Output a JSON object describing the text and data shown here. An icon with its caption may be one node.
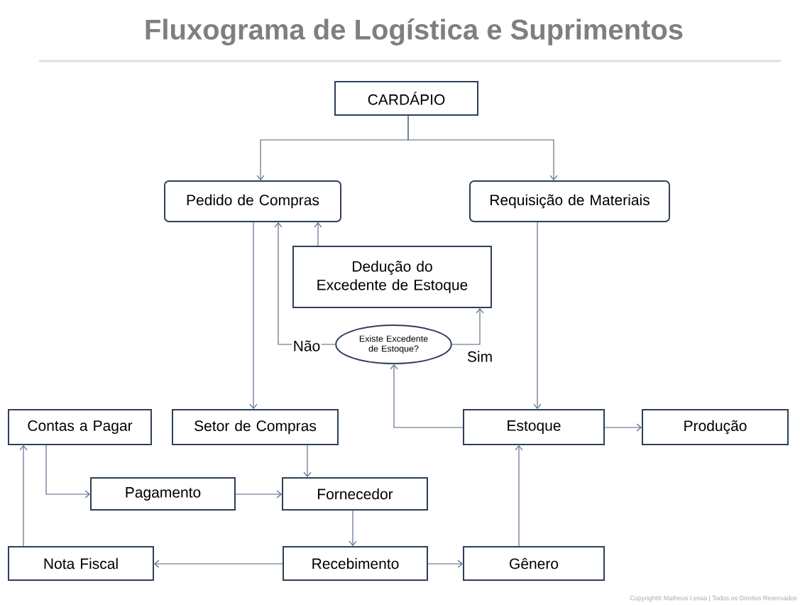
{
  "diagram": {
    "title": "Fluxograma de Logística e Suprimentos",
    "nodes": [
      {
        "text": [
          "CARDÁPIO"
        ]
      },
      {
        "text": [
          "Pedido de Compras"
        ]
      },
      {
        "text": [
          "Requisição de Materiais"
        ]
      },
      {
        "text": [
          "Dedução do Excedente de Estoque"
        ]
      },
      {
        "text": [
          "Existe Excedente de Estoque?"
        ]
      },
      {
        "text": [
          "Contas a Pagar"
        ]
      },
      {
        "text": [
          "Setor de Compras"
        ]
      },
      {
        "text": [
          "Estoque"
        ]
      },
      {
        "text": [
          "Produção"
        ]
      },
      {
        "text": [
          "Pagamento"
        ]
      },
      {
        "text": [
          "Fornecedor"
        ]
      },
      {
        "text": [
          "Nota Fiscal"
        ]
      },
      {
        "text": [
          "Recebimento"
        ]
      },
      {
        "text": [
          "Gênero"
        ]
      }
    ],
    "edges": [
      {
        "from": 0,
        "to": 1,
        "arrow": "to"
      },
      {
        "from": 0,
        "to": 2,
        "arrow": "to"
      },
      {
        "from": 3,
        "to": 1,
        "arrow": "to"
      },
      {
        "from": 4,
        "to": 1,
        "arrow": "to",
        "label": "Não"
      },
      {
        "from": 4,
        "to": 3,
        "arrow": "to",
        "label": "Sim"
      },
      {
        "from": 1,
        "to": 6,
        "arrow": "to"
      },
      {
        "from": 2,
        "to": 7,
        "arrow": "to"
      },
      {
        "from": 7,
        "to": 4,
        "arrow": "to"
      },
      {
        "from": 7,
        "to": 8,
        "arrow": "to"
      },
      {
        "from": 6,
        "to": 10,
        "arrow": "to"
      },
      {
        "from": 5,
        "to": 9,
        "arrow": "to"
      },
      {
        "from": 9,
        "to": 10,
        "arrow": "to"
      },
      {
        "from": 10,
        "to": 12,
        "arrow": "to"
      },
      {
        "from": 12,
        "to": 11,
        "arrow": "to"
      },
      {
        "from": 12,
        "to": 13,
        "arrow": "to"
      },
      {
        "from": 13,
        "to": 7,
        "arrow": "to"
      },
      {
        "from": 11,
        "to": 5,
        "arrow": "to"
      }
    ],
    "labels": [
      "Copyright® Matheus Lessa | Todos os Direitos Reservados"
    ]
  }
}
